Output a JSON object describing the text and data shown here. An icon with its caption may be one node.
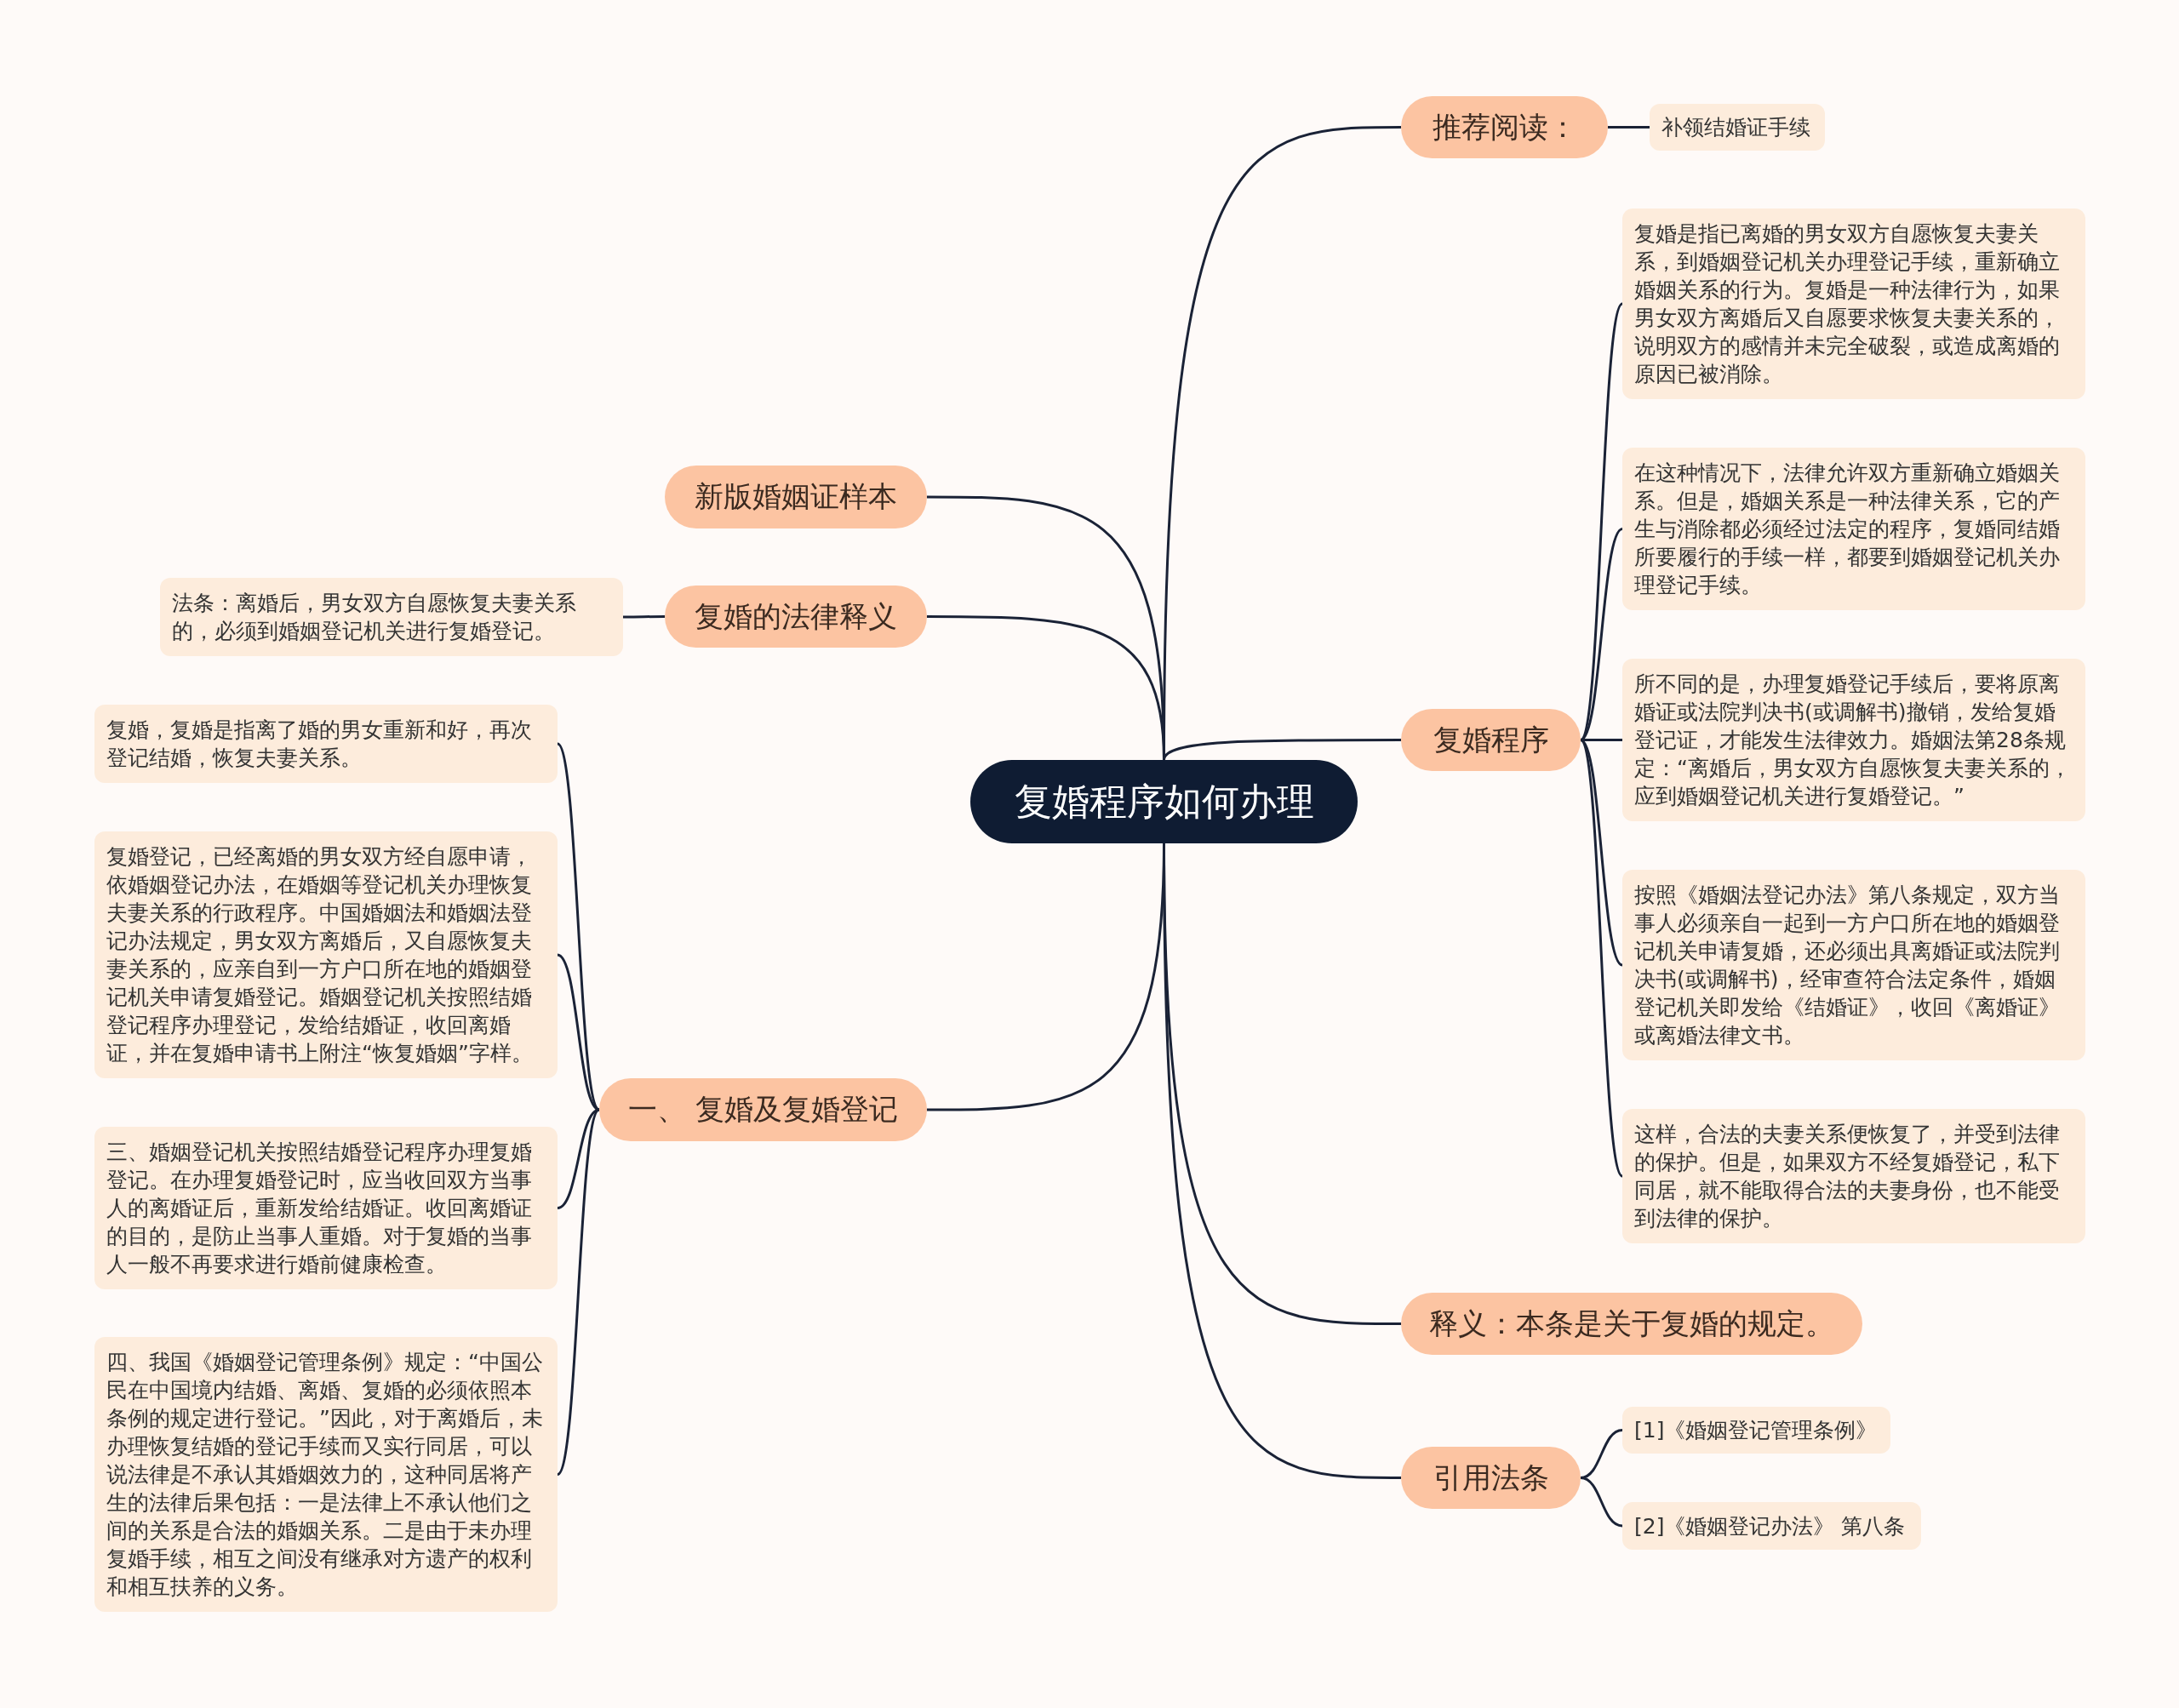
{
  "diagram": {
    "nodes": [
      {
        "text": [
          "复婚程序如何办理"
        ]
      },
      {
        "text": [
          "推荐阅读："
        ]
      },
      {
        "text": [
          "补领结婚证手续"
        ]
      },
      {
        "text": [
          "复婚程序"
        ]
      },
      {
        "text": [
          "复婚是指已离婚的男女双方自愿恢复夫妻关系，到婚姻登记机关办理登记手续，重新确立婚姻关系的行为。复婚是一种法律行为，如果男女双方离婚后又自愿要求恢复夫妻关系的，说明双方的感情并未完全破裂，或造成离婚的原因已被消除。"
        ]
      },
      {
        "text": [
          "在这种情况下，法律允许双方重新确立婚姻关系。但是，婚姻关系是一种法律关系，它的产生与消除都必须经过法定的程序，复婚同结婚所要履行的手续一样，都要到婚姻登记机关办理登记手续。"
        ]
      },
      {
        "text": [
          "所不同的是，办理复婚登记手续后，要将原离婚证或法院判决书(或调解书)撤销，发给复婚登记证，才能发生法律效力。婚姻法第28条规定：“离婚后，男女双方自愿恢复夫妻关系的，应到婚姻登记机关进行复婚登记。”"
        ]
      },
      {
        "text": [
          "按照《婚姻法登记办法》第八条规定，双方当事人必须亲自一起到一方户口所在地的婚姻登记机关申请复婚，还必须出具离婚证或法院判决书(或调解书)，经审查符合法定条件，婚姻登记机关即发给《结婚证》，收回《离婚证》或离婚法律文书。"
        ]
      },
      {
        "text": [
          "这样，合法的夫妻关系便恢复了，并受到法律的保护。但是，如果双方不经复婚登记，私下同居，就不能取得合法的夫妻身份，也不能受到法律的保护。"
        ]
      },
      {
        "text": [
          "释义：本条是关于复婚的规定。"
        ]
      },
      {
        "text": [
          "引用法条"
        ]
      },
      {
        "text": [
          "[1]《婚姻登记管理条例》"
        ]
      },
      {
        "text": [
          "[2]《婚姻登记办法》 第八条"
        ]
      },
      {
        "text": [
          "新版婚姻证样本"
        ]
      },
      {
        "text": [
          "复婚的法律释义"
        ]
      },
      {
        "text": [
          "法条：离婚后，男女双方自愿恢复夫妻关系的，必须到婚姻登记机关进行复婚登记。"
        ]
      },
      {
        "text": [
          "一、 复婚及复婚登记"
        ]
      },
      {
        "text": [
          "复婚，复婚是指离了婚的男女重新和好，再次登记结婚，恢复夫妻关系。"
        ]
      },
      {
        "text": [
          "复婚登记，已经离婚的男女双方经自愿申请，依婚姻登记办法，在婚姻等登记机关办理恢复夫妻关系的行政程序。中国婚姻法和婚姻法登记办法规定，男女双方离婚后，又自愿恢复夫妻关系的，应亲自到一方户口所在地的婚姻登记机关申请复婚登记。婚姻登记机关按照结婚登记程序办理登记，发给结婚证，收回离婚证，并在复婚申请书上附注“恢复婚姻”字样。"
        ]
      },
      {
        "text": [
          "三、婚姻登记机关按照结婚登记程序办理复婚登记。在办理复婚登记时，应当收回双方当事人的离婚证后，重新发给结婚证。收回离婚证的目的，是防止当事人重婚。对于复婚的当事人一般不再要求进行婚前健康检查。"
        ]
      },
      {
        "text": [
          "四、我国《婚姻登记管理条例》规定：“中国公民在中国境内结婚、离婚、复婚的必须依照本条例的规定进行登记。”因此，对于离婚后，未办理恢复结婚的登记手续而又实行同居，可以说法律是不承认其婚姻效力的，这种同居将产生的法律后果包括：一是法律上不承认他们之间的关系是合法的婚姻关系。二是由于未办理复婚手续，相互之间没有继承对方遗产的权利和相互扶养的义务。"
        ]
      }
    ],
    "edges": [
      {
        "from": 0,
        "to": 1,
        "arrow": "none"
      },
      {
        "from": 1,
        "to": 2,
        "arrow": "none"
      },
      {
        "from": 0,
        "to": 3,
        "arrow": "none"
      },
      {
        "from": 3,
        "to": 4,
        "arrow": "none"
      },
      {
        "from": 3,
        "to": 5,
        "arrow": "none"
      },
      {
        "from": 3,
        "to": 6,
        "arrow": "none"
      },
      {
        "from": 3,
        "to": 7,
        "arrow": "none"
      },
      {
        "from": 3,
        "to": 8,
        "arrow": "none"
      },
      {
        "from": 0,
        "to": 9,
        "arrow": "none"
      },
      {
        "from": 0,
        "to": 10,
        "arrow": "none"
      },
      {
        "from": 10,
        "to": 11,
        "arrow": "none"
      },
      {
        "from": 10,
        "to": 12,
        "arrow": "none"
      },
      {
        "from": 0,
        "to": 13,
        "arrow": "none"
      },
      {
        "from": 0,
        "to": 14,
        "arrow": "none"
      },
      {
        "from": 14,
        "to": 15,
        "arrow": "none"
      },
      {
        "from": 0,
        "to": 16,
        "arrow": "none"
      },
      {
        "from": 16,
        "to": 17,
        "arrow": "none"
      },
      {
        "from": 16,
        "to": 18,
        "arrow": "none"
      },
      {
        "from": 16,
        "to": 19,
        "arrow": "none"
      },
      {
        "from": 16,
        "to": 20,
        "arrow": "none"
      }
    ]
  }
}
